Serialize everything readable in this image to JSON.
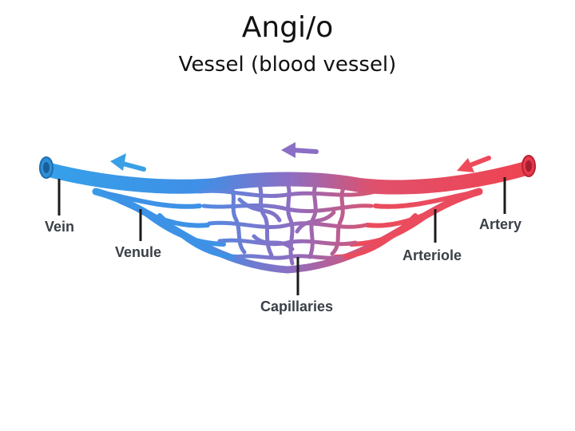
{
  "slide": {
    "title": "Angi/o",
    "subtitle": "Vessel (blood vessel)"
  },
  "diagram": {
    "labels": {
      "vein": "Vein",
      "venule": "Venule",
      "capillaries": "Capillaries",
      "arteriole": "Arteriole",
      "artery": "Artery"
    },
    "colors": {
      "venous": "#3aa0e6",
      "capillary": "#8a6fc4",
      "arterial": "#ee4a5a",
      "label_text": "#3a3f47"
    }
  }
}
